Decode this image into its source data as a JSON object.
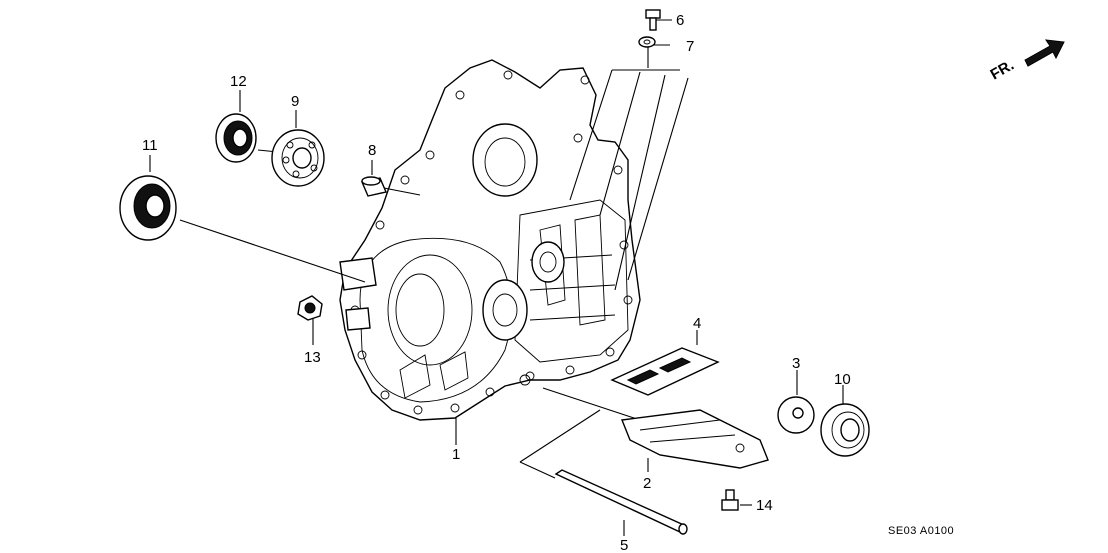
{
  "diagram_code": "SE03 A0100",
  "front_indicator": "FR.",
  "callouts": [
    "1",
    "2",
    "3",
    "4",
    "5",
    "6",
    "7",
    "8",
    "9",
    "10",
    "11",
    "12",
    "13",
    "14"
  ],
  "colors": {
    "ink": "#000000",
    "paper": "#ffffff"
  }
}
